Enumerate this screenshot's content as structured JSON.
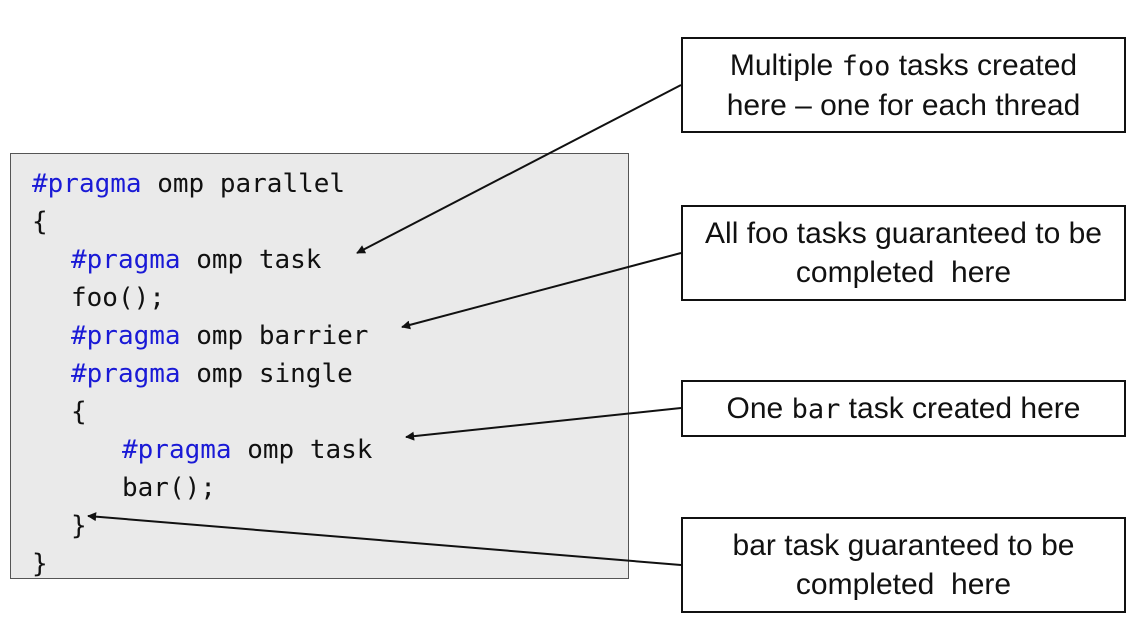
{
  "code": {
    "lines": [
      {
        "kw": "#pragma",
        "rest": " omp parallel"
      },
      {
        "kw": "",
        "rest": "{"
      },
      {
        "kw": "#pragma",
        "rest": " omp task"
      },
      {
        "kw": "",
        "rest": "foo();"
      },
      {
        "kw": "#pragma",
        "rest": " omp barrier"
      },
      {
        "kw": "#pragma",
        "rest": " omp single"
      },
      {
        "kw": "",
        "rest": "{"
      },
      {
        "kw": "#pragma",
        "rest": " omp task"
      },
      {
        "kw": "",
        "rest": "bar();"
      },
      {
        "kw": "",
        "rest": "}"
      },
      {
        "kw": "",
        "rest": "}"
      }
    ]
  },
  "callouts": {
    "foo_created": {
      "line1_pre": "Multiple ",
      "line1_code": "foo",
      "line1_post": " tasks created",
      "line2": "here – one for each thread"
    },
    "foo_completed": {
      "line1": "All foo tasks guaranteed to be",
      "line2": "completed  here"
    },
    "bar_created": {
      "pre": "One ",
      "code": "bar",
      "post": " task created here"
    },
    "bar_completed": {
      "line1": "bar task guaranteed to be",
      "line2": "completed  here"
    }
  },
  "colors": {
    "keyword": "#1a1ad6",
    "code_background": "#eaeaea"
  }
}
